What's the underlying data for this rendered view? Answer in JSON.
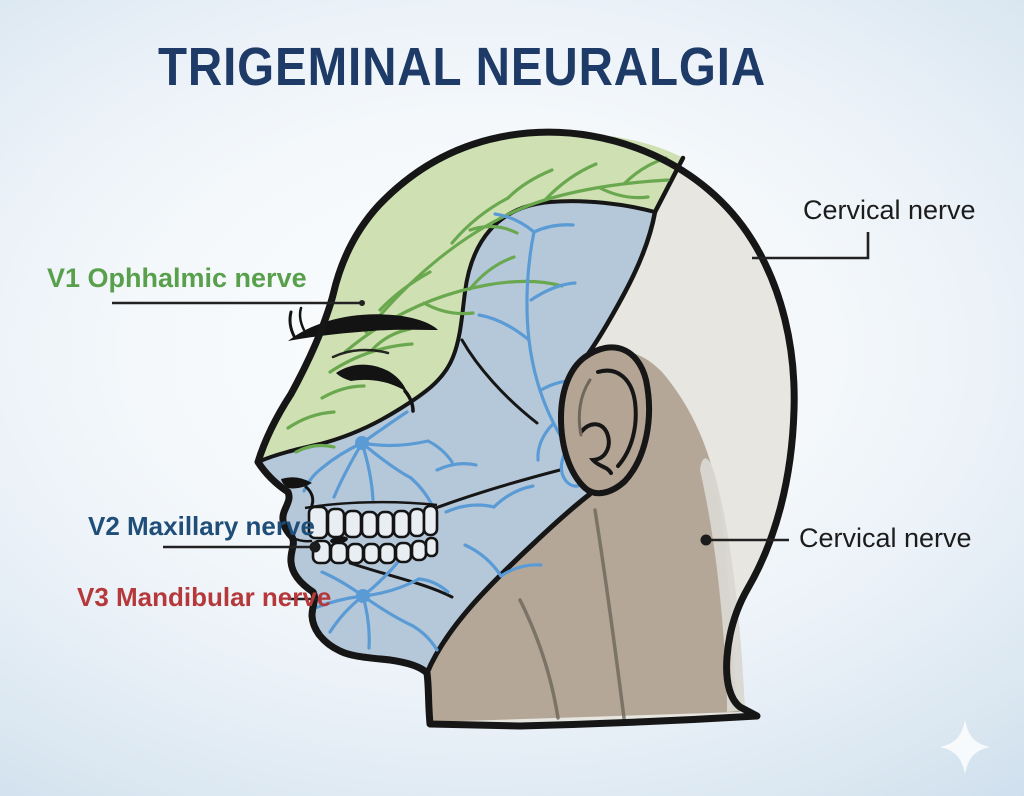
{
  "title": "TRIGEMINAL NEURALGIA",
  "labels": {
    "v1": {
      "text": "V1 Ophhalmic nerve",
      "color": "#58a04b"
    },
    "v2": {
      "text": "V2 Maxillary nerve",
      "color": "#1f4e79"
    },
    "v3": {
      "text": "V3 Mandibular nerve",
      "color": "#b5393b"
    },
    "cervical_top": {
      "text": "Cervical nerve",
      "color": "#1c1c1c"
    },
    "cervical_bottom": {
      "text": "Cervical nerve",
      "color": "#1c1c1c"
    }
  },
  "palette": {
    "title_color": "#1e3a66",
    "v1_region_fill": "#cfe0b3",
    "v2_v3_region_fill": "#b5c8da",
    "cervical_region_fill": "#e7e6e1",
    "skin_tan_fill": "#b5a797",
    "ear_fill": "#b3a494",
    "nape_band_fill": "#d9d7d1",
    "v1_nerve_stroke": "#6aa84f",
    "v2_v3_nerve_stroke": "#5b9bd5",
    "outline_color": "#161616",
    "leader_line_color": "#222222",
    "background_edge": "#c9dbeb"
  },
  "icons": {
    "sparkle": "four-point-star"
  }
}
